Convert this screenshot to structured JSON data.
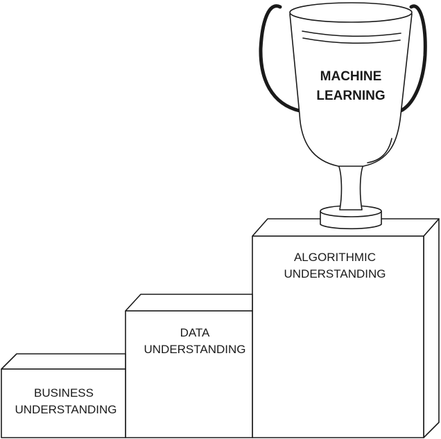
{
  "steps": [
    {
      "label_line1": "BUSINESS",
      "label_line2": "UNDERSTANDING"
    },
    {
      "label_line1": "DATA",
      "label_line2": "UNDERSTANDING"
    },
    {
      "label_line1": "ALGORITHMIC",
      "label_line2": "UNDERSTANDING"
    }
  ],
  "trophy": {
    "label_line1": "MACHINE",
    "label_line2": "LEARNING"
  }
}
